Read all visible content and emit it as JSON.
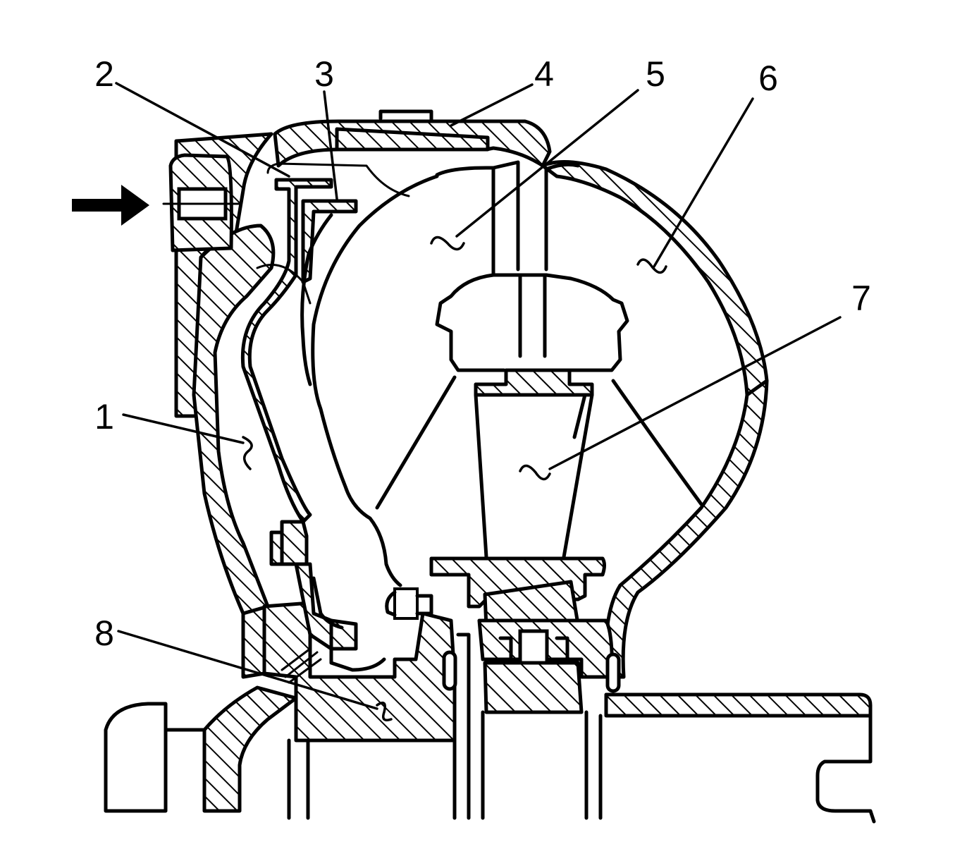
{
  "diagram": {
    "callouts": [
      {
        "id": "1",
        "label": "1"
      },
      {
        "id": "2",
        "label": "2"
      },
      {
        "id": "3",
        "label": "3"
      },
      {
        "id": "4",
        "label": "4"
      },
      {
        "id": "5",
        "label": "5"
      },
      {
        "id": "6",
        "label": "6"
      },
      {
        "id": "7",
        "label": "7"
      },
      {
        "id": "8",
        "label": "8"
      }
    ],
    "colors": {
      "ink": "#000000",
      "background": "#ffffff"
    },
    "icons": {
      "indicator": "arrow-right-icon"
    }
  }
}
